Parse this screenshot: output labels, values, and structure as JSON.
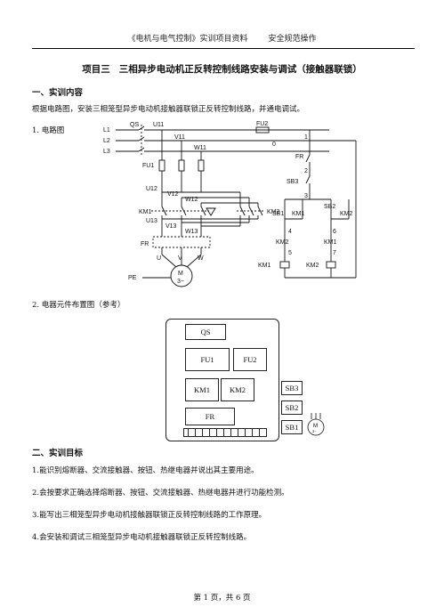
{
  "header": {
    "doc": "《电机与电气控制》实训项目资料",
    "section": "安全规范操作"
  },
  "title": {
    "number": "项目三",
    "text": "三相异步电动机正反转控制线路安装与调试（接触器联锁）"
  },
  "s1": {
    "heading": "一、实训内容",
    "para": "根据电路图，安装三相笼型异步电动机接触器联锁正反转控制线路，并通电调试。",
    "item1": "1.  电路图",
    "item2": "2.  电器元件布置图（参考）"
  },
  "circuit": {
    "labels": [
      "QS",
      "U11",
      "L1",
      "L2",
      "L3",
      "V11",
      "W11",
      "FU1",
      "FU2",
      "U12",
      "V12",
      "W12",
      "KM1",
      "KM2",
      "U13",
      "V13",
      "W13",
      "FR",
      "U",
      "V",
      "W",
      "M",
      "3~",
      "PE",
      "1",
      "0",
      "FR",
      "2",
      "SB3",
      "3",
      "SB1",
      "KM1",
      "SB2",
      "KM2",
      "4",
      "KM2",
      "6",
      "KM1",
      "5",
      "7",
      "KM1",
      "KM2"
    ]
  },
  "layout_boxes": {
    "qs": "QS",
    "fu1": "FU1",
    "fu2": "FU2",
    "km1": "KM1",
    "km2": "KM2",
    "fr": "FR",
    "sb3": "SB3",
    "sb2": "SB2",
    "sb1": "SB1",
    "motor": "M",
    "motor_sub": "3~"
  },
  "s2": {
    "heading": "二、实训目标",
    "items": [
      "1.能识别熔断器、交流接触器、按钮、热继电器并说出其主要用途。",
      "2.会按要求正确选择熔断器、按钮、交流接触器、热继电器并进行功能检测。",
      "3.能写出三相笼型异步电动机接触器联锁正反转控制线路的工作原理。",
      "4.会安装和调试三相笼型异步电动机接触器联锁正反转控制线路。"
    ]
  },
  "footer": "第  1  页，共  6  页"
}
